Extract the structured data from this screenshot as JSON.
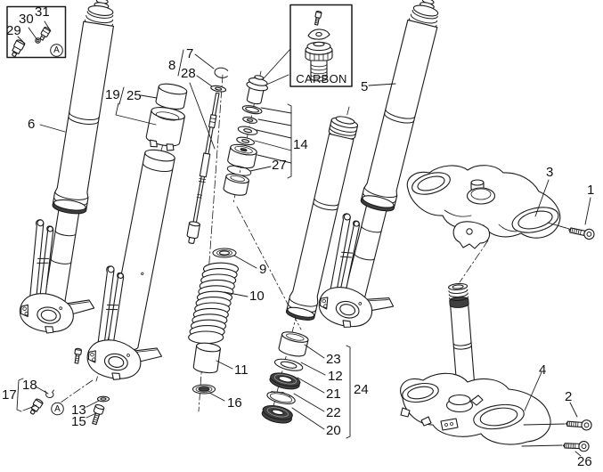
{
  "figure": {
    "background_color": "#ffffff",
    "line_color": "#1a1a1a",
    "dark_part_color": "#3f3f3f",
    "inset_label": "CARBON",
    "variant_marker": "A",
    "callouts": {
      "c1": "1",
      "c2": "2",
      "c3": "3",
      "c4": "4",
      "c5": "5",
      "c6": "6",
      "c7": "7",
      "c8": "8",
      "c9": "9",
      "c10": "10",
      "c11": "11",
      "c12": "12",
      "c13": "13",
      "c14": "14",
      "c15": "15",
      "c16": "16",
      "c17": "17",
      "c18": "18",
      "c19": "19",
      "c20": "20",
      "c21": "21",
      "c22": "22",
      "c23": "23",
      "c24": "24",
      "c25": "25",
      "c26": "26",
      "c27": "27",
      "c28": "28",
      "c29": "29",
      "c30": "30",
      "c31": "31"
    }
  }
}
